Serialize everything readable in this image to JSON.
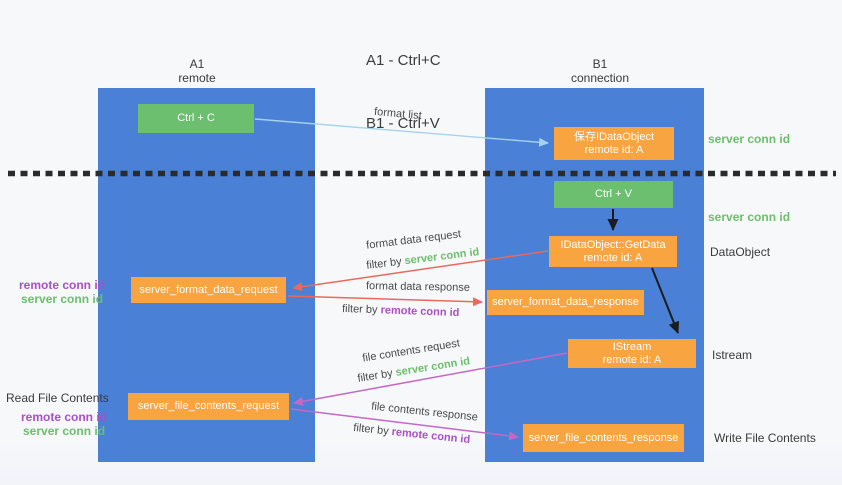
{
  "title": {
    "line1": "A1 - Ctrl+C",
    "line2": "B1 - Ctrl+V"
  },
  "columns": {
    "left": {
      "name": "A1",
      "subtitle": "remote"
    },
    "right": {
      "name": "B1",
      "subtitle": "connection"
    }
  },
  "nodes": {
    "ctrl_c": {
      "label": "Ctrl + C"
    },
    "ctrl_v": {
      "label": "Ctrl + V"
    },
    "save_dataobject": {
      "line1": "保存IDataObject",
      "line2": "remote id: A"
    },
    "getdata": {
      "line1": "IDataObject::GetData",
      "line2": "remote id: A"
    },
    "istream": {
      "line1": "IStream",
      "line2": "remote id: A"
    },
    "format_request": {
      "label": "server_format_data_request"
    },
    "format_response": {
      "label": "server_format_data_response"
    },
    "file_request": {
      "label": "server_file_contents_request"
    },
    "file_response": {
      "label": "server_file_contents_response"
    }
  },
  "edges": {
    "format_list": {
      "label": "format list"
    },
    "format_data_request": {
      "label": "format data request",
      "filter_prefix": "filter by ",
      "filter_key": "server conn id"
    },
    "format_data_response": {
      "label": "format data response",
      "filter_prefix": "filter by ",
      "filter_key": "remote conn id"
    },
    "file_contents_request": {
      "label": "file contents request",
      "filter_prefix": "filter by ",
      "filter_key": "server conn id"
    },
    "file_contents_response": {
      "label": "file contents response",
      "filter_prefix": "filter by ",
      "filter_key": "remote conn id"
    }
  },
  "annotations": {
    "right_server_conn_top": "server conn id",
    "right_server_conn_mid": "server conn id",
    "right_dataobject": "DataObject",
    "right_istream": "Istream",
    "right_write_file": "Write File Contents",
    "left_remote_conn_top": "remote conn id",
    "left_server_conn_top": "server conn id",
    "left_read_file": "Read File Contents",
    "left_remote_conn_bottom": "remote conn id",
    "left_server_conn_bottom": "server conn id"
  },
  "colors": {
    "column_blue": "#4a80d6",
    "box_green": "#6dbf70",
    "box_orange": "#f7a441",
    "arrow_blue": "#a5d2ee",
    "arrow_red": "#e96a5a",
    "arrow_purple": "#c468c4",
    "arrow_black": "#1c1c1c",
    "text_green": "#6cbe6c",
    "text_purple": "#ab4fc6",
    "divider_black": "#2b2b2b"
  }
}
